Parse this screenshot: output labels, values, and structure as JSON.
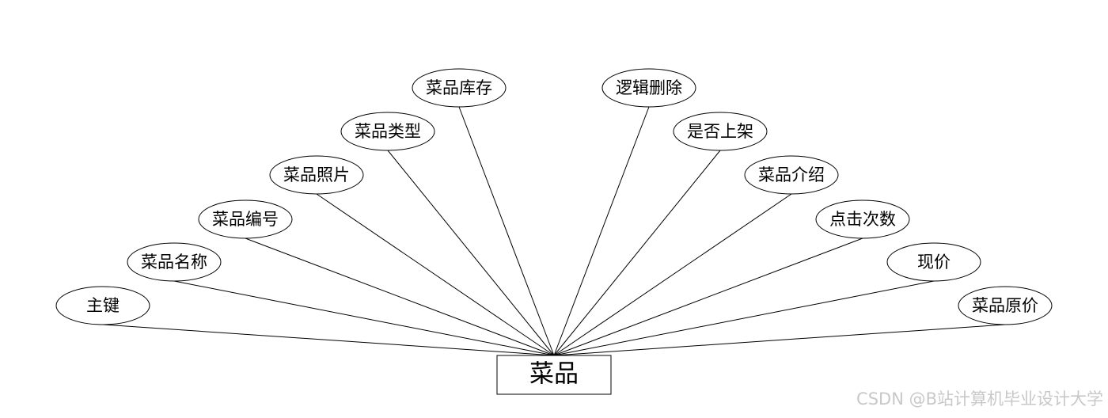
{
  "entity": {
    "label": "菜品"
  },
  "attributes": [
    {
      "id": "primary-key",
      "label": "主键"
    },
    {
      "id": "dish-name",
      "label": "菜品名称"
    },
    {
      "id": "dish-number",
      "label": "菜品编号"
    },
    {
      "id": "dish-photo",
      "label": "菜品照片"
    },
    {
      "id": "dish-type",
      "label": "菜品类型"
    },
    {
      "id": "dish-stock",
      "label": "菜品库存"
    },
    {
      "id": "logical-delete",
      "label": "逻辑删除"
    },
    {
      "id": "is-listed",
      "label": "是否上架"
    },
    {
      "id": "dish-intro",
      "label": "菜品介绍"
    },
    {
      "id": "click-count",
      "label": "点击次数"
    },
    {
      "id": "current-price",
      "label": "现价"
    },
    {
      "id": "original-price",
      "label": "菜品原价"
    }
  ],
  "watermark": "CSDN @B站计算机毕业设计大学"
}
